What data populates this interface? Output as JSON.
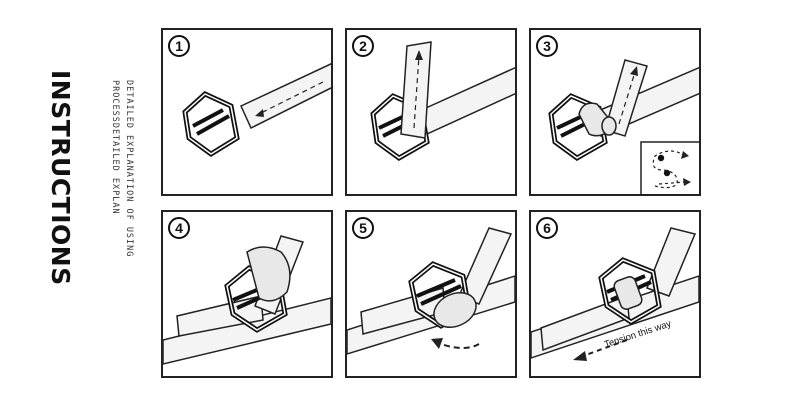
{
  "side": {
    "title": "INSTRUCTIONS",
    "desc_line1": "DETAILED EXPLANATION OF USING",
    "desc_line2": "PROCESSDETAILED EXPLAN"
  },
  "steps": [
    {
      "number": "1"
    },
    {
      "number": "2"
    },
    {
      "number": "3"
    },
    {
      "number": "4"
    },
    {
      "number": "5"
    },
    {
      "number": "6",
      "label": "Tension this way"
    }
  ]
}
